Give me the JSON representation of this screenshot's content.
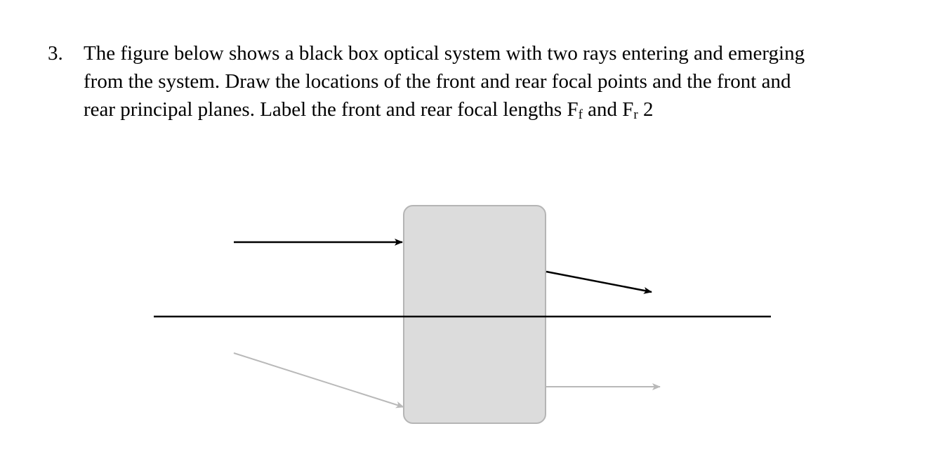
{
  "question": {
    "number": "3.",
    "lines": [
      "The figure below shows a black box optical system with two rays entering and emerging",
      "from the system. Draw the locations of the front and rear focal points and the front and",
      "rear principal planes. Label the front and rear focal lengths F"
    ],
    "subscript_f": "f",
    "middle": " and F",
    "subscript_r": "r",
    "ending": " 2"
  },
  "figure": {
    "box_fill": "#dcdcdc",
    "box_stroke": "#b5b5b5",
    "ray_color_dark": "#000000",
    "ray_color_light": "#b9b9b9"
  }
}
